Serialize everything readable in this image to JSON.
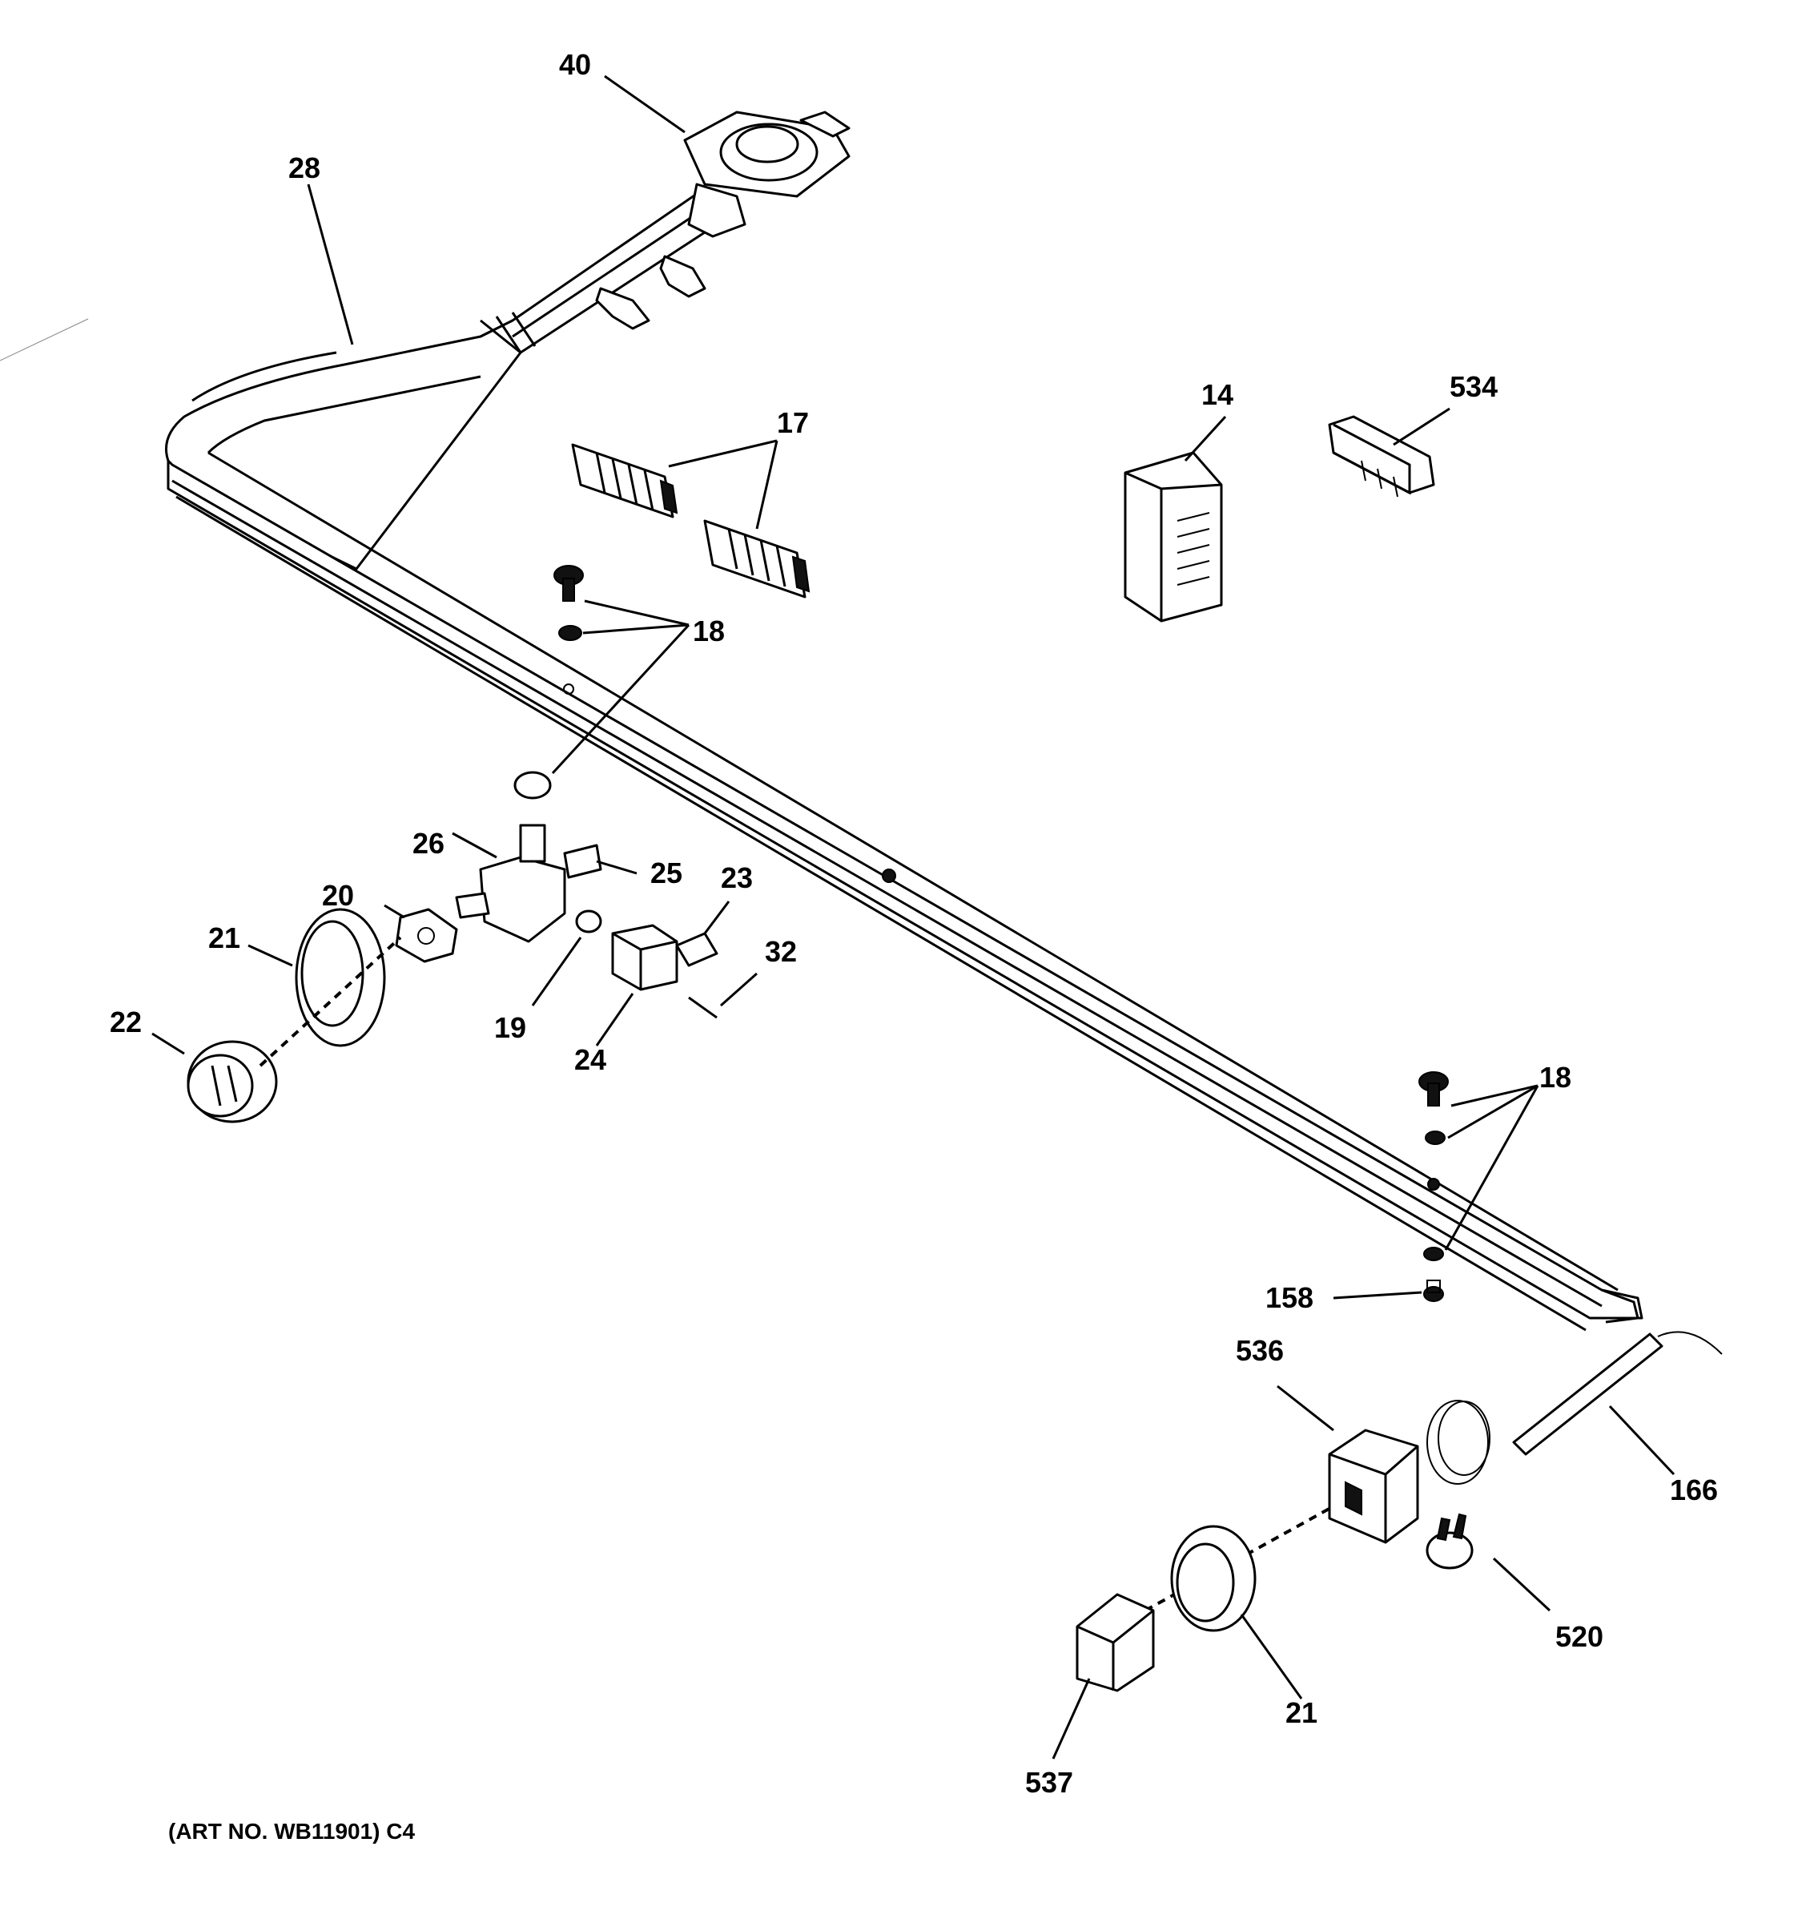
{
  "callouts": {
    "c40": "40",
    "c28": "28",
    "c17": "17",
    "c14": "14",
    "c534": "534",
    "c18a": "18",
    "c26": "26",
    "c25": "25",
    "c20": "20",
    "c23": "23",
    "c21a": "21",
    "c32": "32",
    "c22": "22",
    "c19": "19",
    "c24": "24",
    "c18b": "18",
    "c158": "158",
    "c536": "536",
    "c166": "166",
    "c520": "520",
    "c21b": "21",
    "c537": "537"
  },
  "art_number": "(ART NO. WB11901) C4"
}
